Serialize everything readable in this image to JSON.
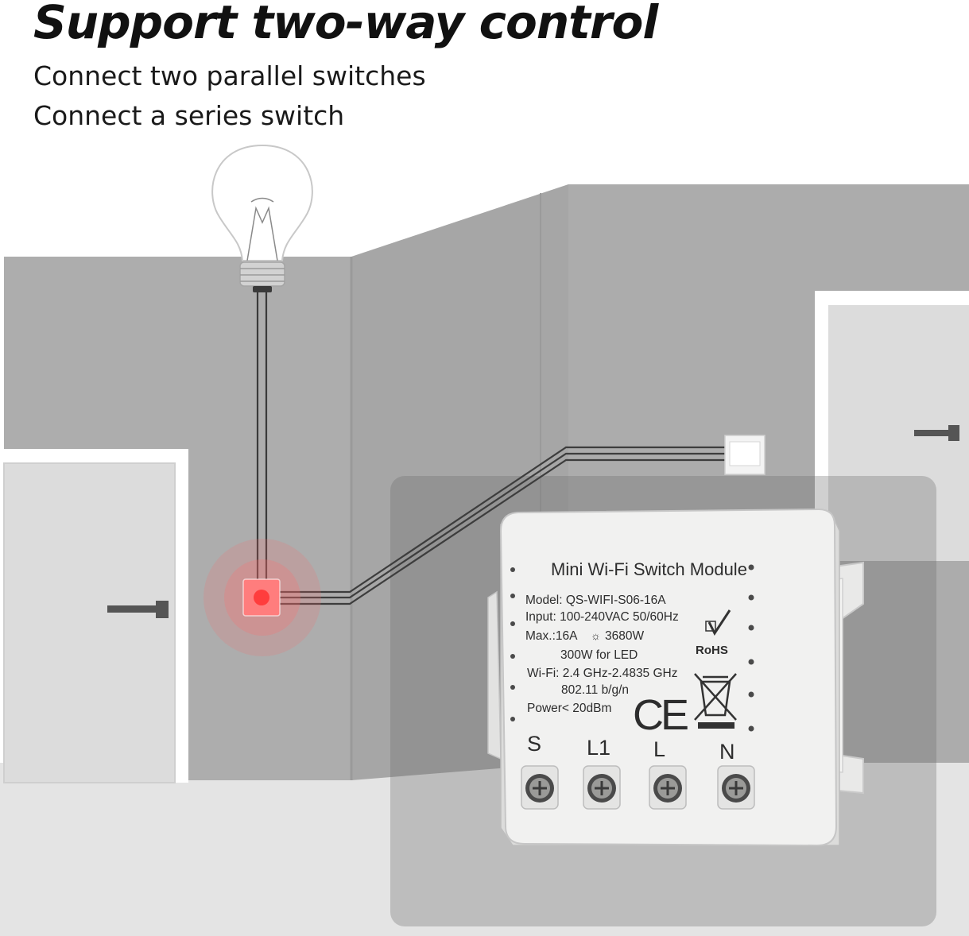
{
  "header": {
    "title": "Support two-way control",
    "lines": [
      "Connect two parallel switches",
      "Connect a series switch"
    ]
  },
  "module": {
    "title": "Mini Wi-Fi Switch Module",
    "specs": [
      "Model: QS-WIFI-S06-16A",
      "Input: 100-240VAC 50/60Hz",
      "Max.:16A",
      "3680W",
      "300W for LED",
      "Wi-Fi: 2.4 GHz-2.4835 GHz",
      "802.11 b/g/n",
      "Power< 20dBm"
    ],
    "certifications": [
      "RoHS",
      "CE"
    ],
    "terminals": [
      "S",
      "L1",
      "L",
      "N"
    ]
  },
  "colors": {
    "wall": "#a9a9a9",
    "wall_light": "#c9c9c9",
    "floor": "#e6e6e6",
    "indicator": "#ff5a5a",
    "module_body": "#f0f0ef"
  }
}
